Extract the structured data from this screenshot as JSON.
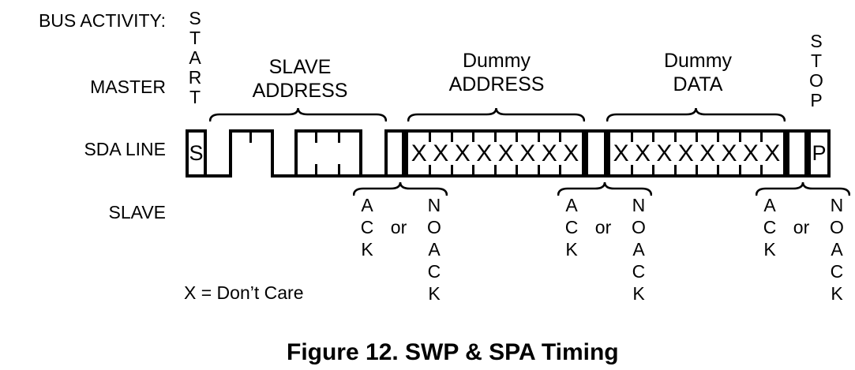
{
  "figure": {
    "caption": "Figure 12. SWP & SPA Timing",
    "note": "X = Don’t Care"
  },
  "row_labels": {
    "bus_activity": "BUS ACTIVITY:",
    "master": "MASTER",
    "sda_line": "SDA LINE",
    "slave": "SLAVE"
  },
  "markers": {
    "start_word": "START",
    "stop_word": "STOP",
    "start_symbol": "S",
    "stop_symbol": "P"
  },
  "sections": {
    "slave_address": {
      "line1": "SLAVE",
      "line2": "ADDRESS"
    },
    "dummy_address": {
      "line1": "Dummy",
      "line2": "ADDRESS"
    },
    "dummy_data": {
      "line1": "Dummy",
      "line2": "DATA"
    }
  },
  "bits": {
    "dummy_address_cells": [
      "X",
      "X",
      "X",
      "X",
      "X",
      "X",
      "X",
      "X"
    ],
    "dummy_data_cells": [
      "X",
      "X",
      "X",
      "X",
      "X",
      "X",
      "X",
      "X"
    ]
  },
  "ack_groups": [
    {
      "ack": "ACK",
      "or_label": "or",
      "noack": "NOACK"
    },
    {
      "ack": "ACK",
      "or_label": "or",
      "noack": "NOACK"
    },
    {
      "ack": "ACK",
      "or_label": "or",
      "noack": "NOACK"
    }
  ],
  "colors": {
    "ink": "#000000",
    "background": "#ffffff"
  }
}
